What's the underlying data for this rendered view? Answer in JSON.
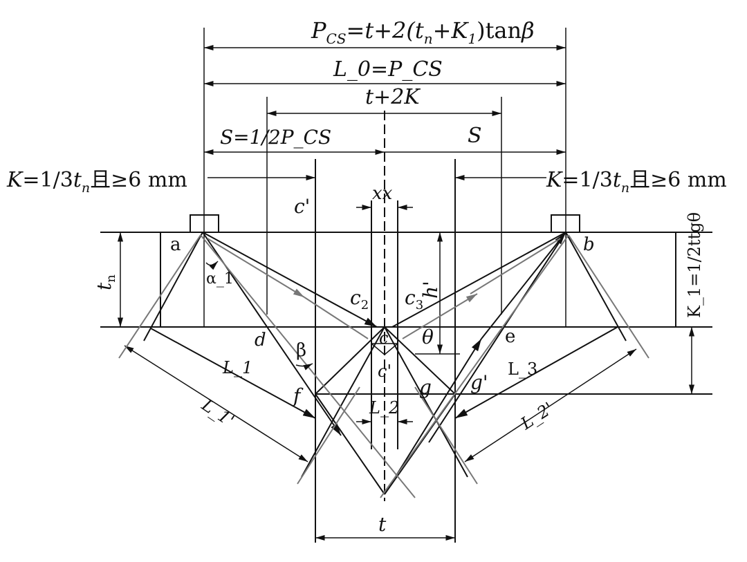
{
  "labels": {
    "pcs_formula": "P_CS=t+2(t_n+K_1)tanβ",
    "l0_formula": "L_0=P_CS",
    "t2k": "t+2K",
    "s_half": "S=1/2P_CS",
    "s": "S",
    "k_left": "K=1/3t_n且≥6 mm",
    "k_right": "K=1/3t_n且≥6 mm",
    "k1_formula": "K_1=1/2ttgθ",
    "xx": "xx",
    "c_prime_top": "c'",
    "a": "a",
    "b": "b",
    "tn": "t_n",
    "alpha1": "α_1",
    "c2": "c_2",
    "c3": "c_3",
    "h_prime": "h'",
    "d": "d",
    "e": "e",
    "c": "c",
    "theta": "θ",
    "beta": "β",
    "c_prime": "c'",
    "L1": "L_1",
    "L1_prime": "L_1'",
    "f": "f",
    "g": "g",
    "g_prime": "g'",
    "L2": "L_2",
    "L3": "L_3",
    "L2_prime": "L_2'",
    "t": "t"
  }
}
